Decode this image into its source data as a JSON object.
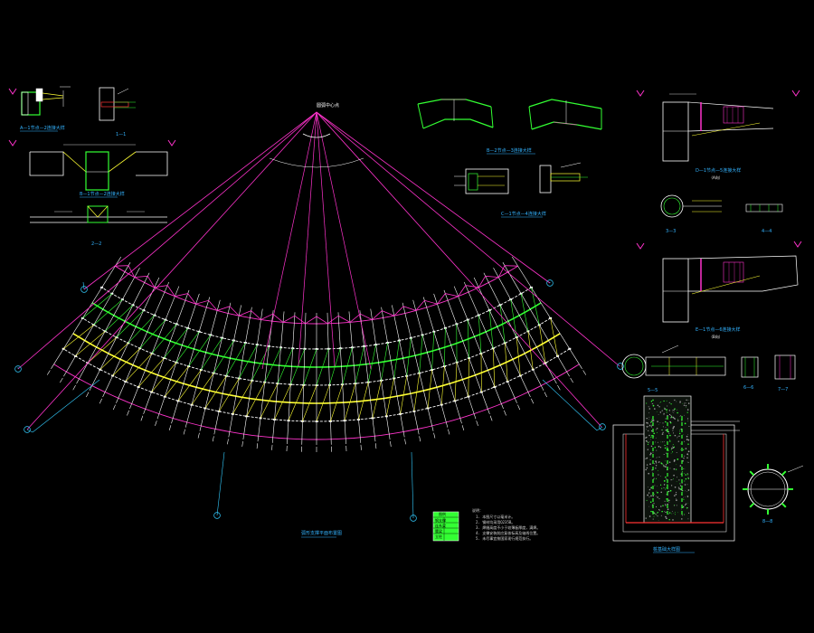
{
  "colors": {
    "background": "#000000",
    "magenta": "#ff33cc",
    "green": "#33ff33",
    "yellow": "#ffff33",
    "white": "#ffffff",
    "cyan": "#33ccff",
    "red": "#ff3333",
    "blue": "#3399ff",
    "gray": "#9a9a9a"
  },
  "labels": {
    "apex_label": "圆弧中心点",
    "detail_1_title": "A—1节点—2连接大样",
    "detail_1_section": "1—1",
    "detail_2_title": "B—1节点—2连接大样",
    "detail_2_section": "2—2",
    "detail_3_title": "B—2节点—3连接大样",
    "detail_4_title": "C—1节点—4连接大样",
    "right_detail_1_title": "D—1节点—5连接大样",
    "right_detail_1_sub": "（A向）",
    "right_detail_2_title": "E—1节点—6连接大样",
    "right_detail_2_sub": "（B向）",
    "section_3": "3—3",
    "section_4": "4—4",
    "section_5": "5—5",
    "section_6": "6—6",
    "section_7": "7—7",
    "foundation_title": "桩基础大样图",
    "ring_label": "8—8",
    "main_plan_title": "弧形支撑平面布置图",
    "legend_title": "图例",
    "notes_heading": "说明：",
    "notes": [
      "1. 本图尺寸以毫米计。",
      "2. 钢材均采用Q235B。",
      "3. 焊缝高度不小于较薄板厚度，满焊。",
      "4. 支撑安装前应复核标高及轴线位置。",
      "5. 未尽事宜按国家现行规范执行。"
    ],
    "legend_rows": [
      "钢支撑",
      "连系梁",
      "腰梁",
      "立柱",
      "桩基"
    ]
  }
}
